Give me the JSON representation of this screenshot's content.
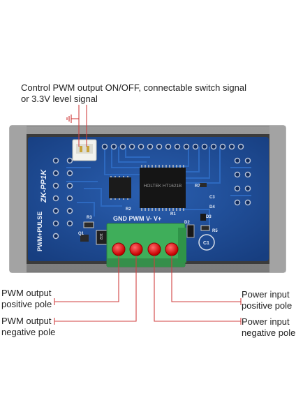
{
  "annotations": {
    "top_note_line1": "Control PWM output ON/OFF, connectable switch signal",
    "top_note_line2": "or 3.3V level signal",
    "pwm_output_positive": [
      "PWM output",
      "positive pole"
    ],
    "pwm_output_negative": [
      "PWM output",
      "negative pole"
    ],
    "power_input_positive": [
      "Power input",
      "positive pole"
    ],
    "power_input_negative": [
      "Power input",
      "negative pole"
    ]
  },
  "board": {
    "model_label": "ZK-PP1K",
    "side_label": "PWM+PULSE",
    "terminal_labels": "GND PWM  V-  V+",
    "chip_text": "HOLTEK HT1621B",
    "components": [
      "R3",
      "Q1",
      "R2",
      "R1",
      "D2",
      "D3",
      "D4",
      "R5",
      "C1",
      "C3",
      "R7",
      "102"
    ]
  },
  "colors": {
    "board_blue": "#1d4d9a",
    "case_grey": "#8c8c8c",
    "terminal_green": "#3fae5a",
    "marker_red": "#e01010",
    "leader_red": "#d04040"
  }
}
